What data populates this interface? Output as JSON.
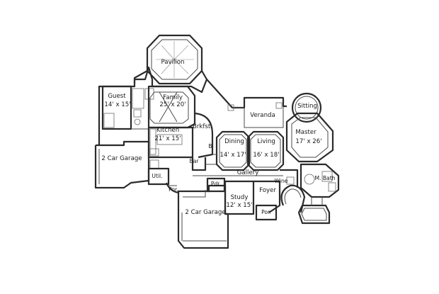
{
  "rooms": {
    "pavilion": {
      "name": "Pavilion"
    },
    "guest": {
      "name": "Guest",
      "size": "14' x 15'"
    },
    "family": {
      "name": "Family",
      "size": "25' x 20'"
    },
    "kitchen": {
      "name": "Kitchen",
      "size": "21' x 15'"
    },
    "brkfst": {
      "name": "Brkfst."
    },
    "veranda": {
      "name": "Veranda"
    },
    "sitting": {
      "name": "Sitting"
    },
    "master": {
      "name": "Master",
      "size": "17' x 26'"
    },
    "dining": {
      "name": "Dining",
      "size": "14' x 17'"
    },
    "living": {
      "name": "Living",
      "size": "16' x 18'"
    },
    "bath_small": {
      "name": "B."
    },
    "garage_left": {
      "name": "2 Car Garage"
    },
    "utility": {
      "name": "Util."
    },
    "bar": {
      "name": "Bar"
    },
    "gallery": {
      "name": "Gallery"
    },
    "wine": {
      "name": "Wine"
    },
    "master_bath": {
      "name": "M. Bath"
    },
    "powder": {
      "name": "Pdr."
    },
    "porch_small": {
      "name": "Por."
    },
    "foyer": {
      "name": "Foyer"
    },
    "study": {
      "name": "Study",
      "size": "12' x 15'"
    },
    "garage_front": {
      "name": "2 Car Garage"
    },
    "porch_front": {
      "name": "Por."
    }
  },
  "colors": {
    "line": "#2b2b2b",
    "background": "#ffffff"
  }
}
